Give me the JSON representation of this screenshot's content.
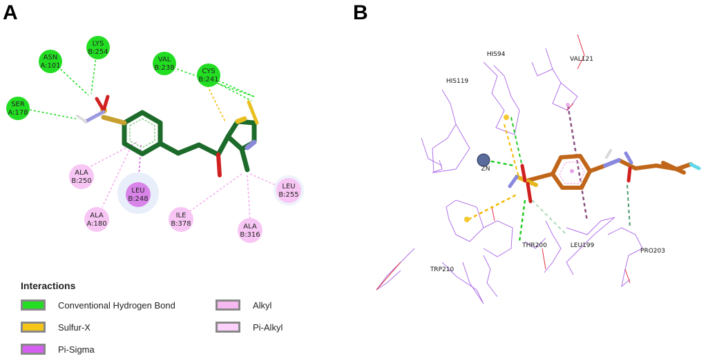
{
  "panels": {
    "a_letter": "A",
    "b_letter": "B"
  },
  "panel_a": {
    "residues": [
      {
        "line1": "ASN",
        "line2": "A:101",
        "type": "hbond"
      },
      {
        "line1": "LYS",
        "line2": "B:254",
        "type": "hbond"
      },
      {
        "line1": "SER",
        "line2": "A:178",
        "type": "hbond"
      },
      {
        "line1": "VAL",
        "line2": "B:238",
        "type": "hbond"
      },
      {
        "line1": "CYS",
        "line2": "B:241",
        "type": "hbond"
      },
      {
        "line1": "ALA",
        "line2": "B:250",
        "type": "alkyl"
      },
      {
        "line1": "LEU",
        "line2": "B:248",
        "type": "pisigma"
      },
      {
        "line1": "ALA",
        "line2": "A:180",
        "type": "alkyl"
      },
      {
        "line1": "ILE",
        "line2": "B:378",
        "type": "alkyl"
      },
      {
        "line1": "ALA",
        "line2": "B:316",
        "type": "alkyl"
      },
      {
        "line1": "LEU",
        "line2": "B:255",
        "type": "alkyl"
      }
    ]
  },
  "panel_b": {
    "labels": [
      "HIS94",
      "HIS119",
      "VAL121",
      "ZN",
      "THR200",
      "LEU199",
      "PRO203",
      "TRP210"
    ]
  },
  "legend": {
    "title": "Interactions",
    "items": [
      {
        "label": "Conventional Hydrogen Bond",
        "color": "#22dd22"
      },
      {
        "label": "Sulfur-X",
        "color": "#f5c518"
      },
      {
        "label": "Pi-Sigma",
        "color": "#d45ff0"
      },
      {
        "label": "Alkyl",
        "color": "#f6b8f0"
      },
      {
        "label": "Pi-Alkyl",
        "color": "#fbd0fa"
      }
    ]
  },
  "colors": {
    "hbond_fill": "#22dd22",
    "alkyl_fill": "#f8c6f4",
    "pisigma_fill": "#d884e8",
    "ligand_a": "#1d6b2a",
    "ligand_b": "#c0661a",
    "protein_lines": "#b070e8"
  }
}
